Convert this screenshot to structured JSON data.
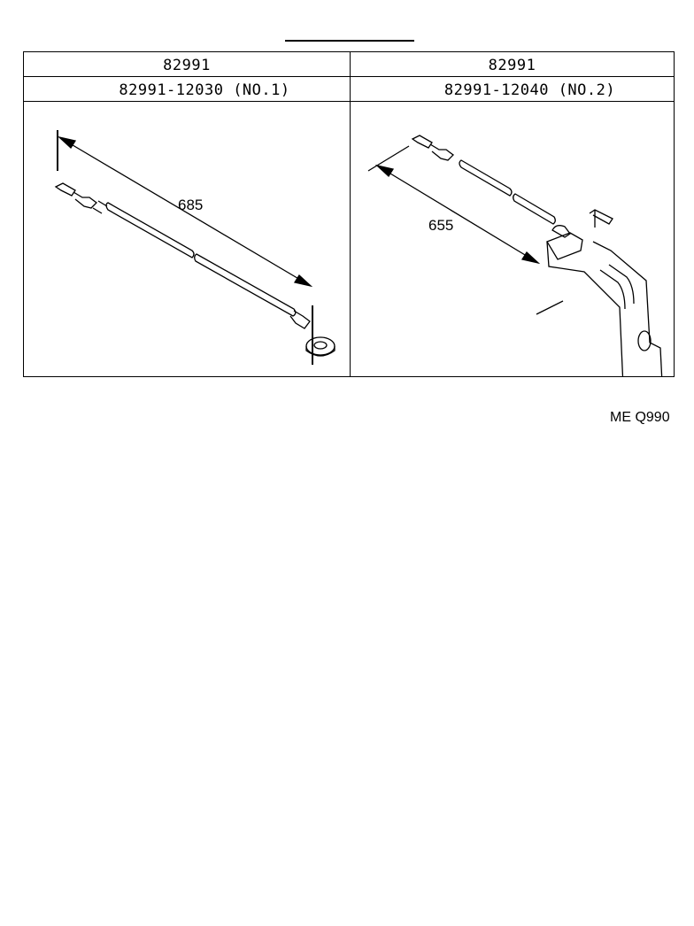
{
  "table": {
    "columns": [
      {
        "group": "82991",
        "part_number": "82991-12030 (NO.1)",
        "dimension": "685",
        "illustration": "wire-harness-with-ring-terminal"
      },
      {
        "group": "82991",
        "part_number": "82991-12040 (NO.2)",
        "dimension": "655",
        "illustration": "wire-harness-with-bracket"
      }
    ]
  },
  "footer": {
    "code": "ME Q990"
  }
}
